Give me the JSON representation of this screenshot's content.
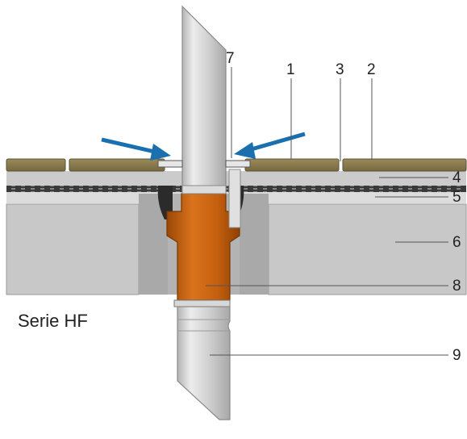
{
  "labels": {
    "l1": "1",
    "l2": "2",
    "l3": "3",
    "l4": "4",
    "l5": "5",
    "l6": "6",
    "l7": "7",
    "l8": "8",
    "l9": "9"
  },
  "caption": "Serie HF",
  "colors": {
    "tile": "#8a7a4e",
    "tile_edge": "#5e5233",
    "screed": "#c9c9c9",
    "insulation": "#c6c6c6",
    "pipe": "#d2d2d2",
    "sleeve": "#c8620f",
    "arrow": "#1a6fae",
    "membrane": "#2a2a2a"
  }
}
